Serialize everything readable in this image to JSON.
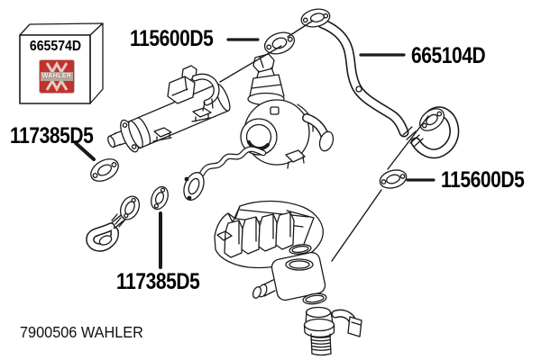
{
  "footer_text": "7900506 WAHLER",
  "box": {
    "part_number": "665574D",
    "logo_text": "WAHLER",
    "logo_bg": "#c0322d",
    "logo_band": "#b3a99d"
  },
  "labels": [
    {
      "name": "gasket-top",
      "text": "115600D5"
    },
    {
      "name": "egr-pipe",
      "text": "665104D"
    },
    {
      "name": "gasket-left",
      "text": "117385D5"
    },
    {
      "name": "gasket-right",
      "text": "115600D5"
    },
    {
      "name": "gasket-bottom",
      "text": "117385D5"
    }
  ],
  "colors": {
    "line": "#1a1a1a",
    "background": "#ffffff",
    "label_text": "#000000"
  }
}
